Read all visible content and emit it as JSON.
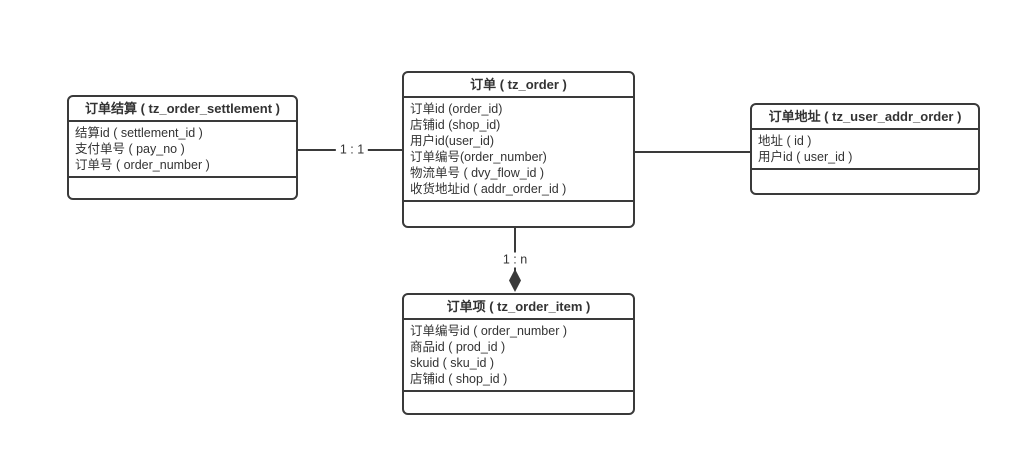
{
  "diagram": {
    "type": "entity-relationship",
    "colors": {
      "line": "#3a3a3a",
      "text": "#333333",
      "background": "#ffffff"
    },
    "entities": [
      {
        "name": "tz_order_settlement",
        "title": "订单结算 ( tz_order_settlement )",
        "fields": [
          "结算id ( settlement_id )",
          "支付单号 ( pay_no )",
          "订单号 ( order_number )"
        ]
      },
      {
        "name": "tz_order",
        "title": "订单 ( tz_order )",
        "fields": [
          "订单id (order_id)",
          "店铺id (shop_id)",
          "用户id(user_id)",
          "订单编号(order_number)",
          "物流单号 ( dvy_flow_id )",
          "收货地址id ( addr_order_id )"
        ]
      },
      {
        "name": "tz_user_addr_order",
        "title": "订单地址 ( tz_user_addr_order )",
        "fields": [
          "地址 ( id )",
          "用户id ( user_id )"
        ]
      },
      {
        "name": "tz_order_item",
        "title": "订单项 ( tz_order_item )",
        "fields": [
          "订单编号id ( order_number )",
          "商品id ( prod_id )",
          "skuid ( sku_id )",
          "店铺id ( shop_id )"
        ]
      }
    ],
    "relations": [
      {
        "from": "tz_order_settlement",
        "to": "tz_order",
        "label": "1 : 1",
        "arrow": "none"
      },
      {
        "from": "tz_order",
        "to": "tz_user_addr_order",
        "label": "",
        "arrow": "none"
      },
      {
        "from": "tz_order",
        "to": "tz_order_item",
        "label": "1 : n",
        "arrow": "filled-diamond"
      }
    ]
  }
}
